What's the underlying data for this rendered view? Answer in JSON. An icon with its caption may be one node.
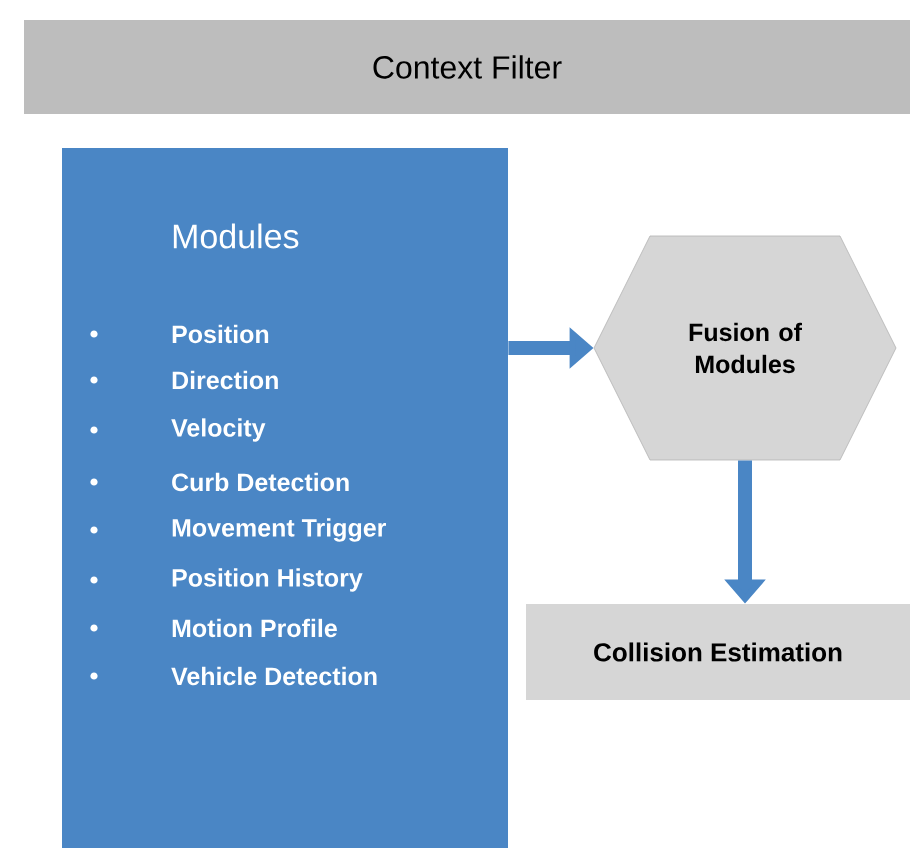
{
  "diagram": {
    "nodes": [
      {
        "text": [
          "Context Filter"
        ]
      },
      {
        "text": [
          "Modules",
          "Position",
          "Direction",
          "Velocity",
          "Curb Detection",
          "Movement Trigger",
          "Position History",
          "Motion Profile",
          "Vehicle Detection"
        ]
      },
      {
        "text": [
          "Fusion of Modules"
        ]
      },
      {
        "text": [
          "Collision Estimation"
        ]
      }
    ],
    "edges": [
      {
        "from": 1,
        "to": 2,
        "arrow": "to"
      },
      {
        "from": 2,
        "to": 3,
        "arrow": "to"
      }
    ]
  }
}
